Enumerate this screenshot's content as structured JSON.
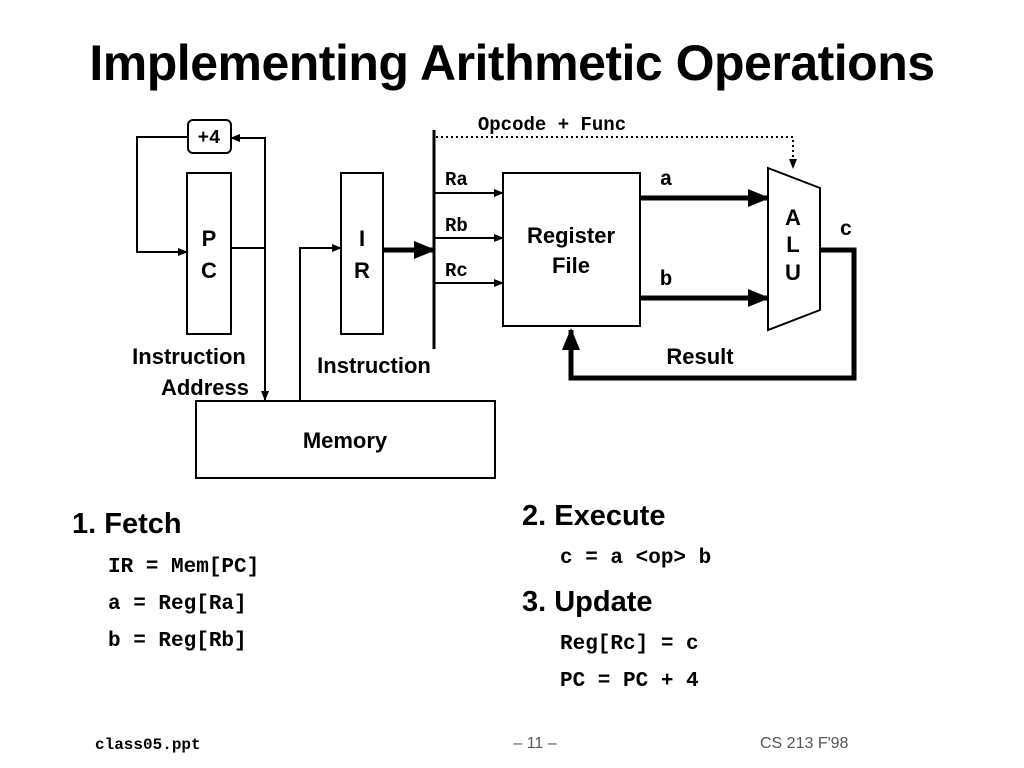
{
  "title": "Implementing Arithmetic Operations",
  "diagram": {
    "plus4": "+4",
    "pc_line1": "P",
    "pc_line2": "C",
    "ir_line1": "I",
    "ir_line2": "R",
    "opcode_func": "Opcode + Func",
    "ra": "Ra",
    "rb": "Rb",
    "rc": "Rc",
    "regfile_line1": "Register",
    "regfile_line2": "File",
    "a": "a",
    "b": "b",
    "c": "c",
    "alu_line1": "A",
    "alu_line2": "L",
    "alu_line3": "U",
    "result": "Result",
    "instr_addr_line1": "Instruction",
    "instr_addr_line2": "Address",
    "instruction": "Instruction",
    "memory": "Memory"
  },
  "steps": {
    "fetch": {
      "heading": "1. Fetch",
      "lines": [
        "IR = Mem[PC]",
        "a = Reg[Ra]",
        "b = Reg[Rb]"
      ]
    },
    "execute": {
      "heading": "2. Execute",
      "lines": [
        "c = a <op> b"
      ]
    },
    "update": {
      "heading": "3. Update",
      "lines": [
        "Reg[Rc] = c",
        "PC = PC + 4"
      ]
    }
  },
  "footer": {
    "left": "class05.ppt",
    "center": "– 11 –",
    "right": "CS 213 F'98"
  }
}
